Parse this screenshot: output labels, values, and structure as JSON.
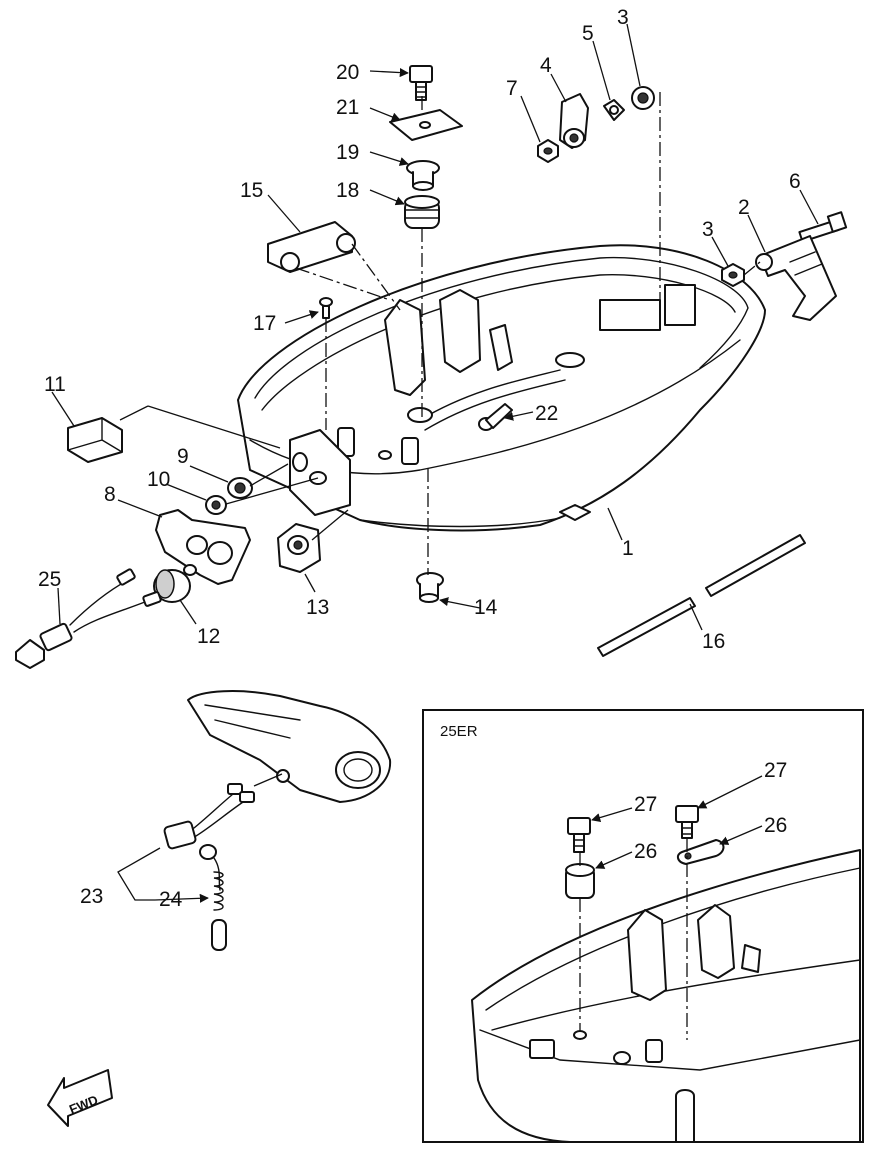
{
  "labels": {
    "l1": "1",
    "l2": "2",
    "l3a": "3",
    "l3b": "3",
    "l4": "4",
    "l5": "5",
    "l6": "6",
    "l7": "7",
    "l8": "8",
    "l9": "9",
    "l10": "10",
    "l11": "11",
    "l12": "12",
    "l13": "13",
    "l14": "14",
    "l15": "15",
    "l16": "16",
    "l17": "17",
    "l18": "18",
    "l19": "19",
    "l20": "20",
    "l21": "21",
    "l22": "22",
    "l23": "23",
    "l24": "24",
    "l25": "25",
    "l26a": "26",
    "l26b": "26",
    "l27a": "27",
    "l27b": "27"
  },
  "inset": {
    "title": "25ER"
  },
  "fwd": {
    "text": "FWD"
  }
}
